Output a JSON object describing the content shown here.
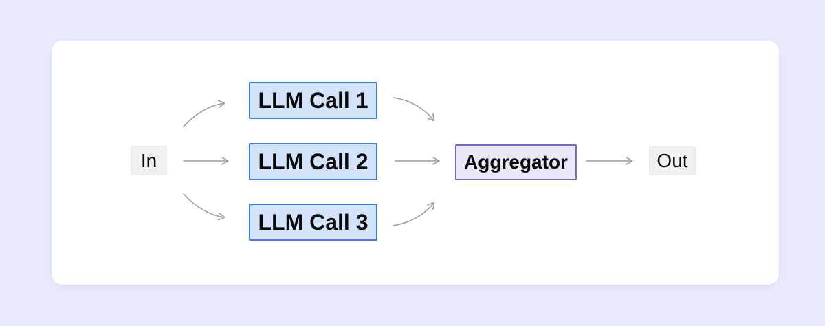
{
  "diagram": {
    "nodes": {
      "input": {
        "label": "In",
        "type": "io"
      },
      "llm_call_1": {
        "label": "LLM Call 1",
        "type": "llm"
      },
      "llm_call_2": {
        "label": "LLM Call 2",
        "type": "llm"
      },
      "llm_call_3": {
        "label": "LLM Call 3",
        "type": "llm"
      },
      "aggregator": {
        "label": "Aggregator",
        "type": "aggregator"
      },
      "output": {
        "label": "Out",
        "type": "io"
      }
    },
    "edges": [
      {
        "from": "input",
        "to": "llm_call_1"
      },
      {
        "from": "input",
        "to": "llm_call_2"
      },
      {
        "from": "input",
        "to": "llm_call_3"
      },
      {
        "from": "llm_call_1",
        "to": "aggregator"
      },
      {
        "from": "llm_call_2",
        "to": "aggregator"
      },
      {
        "from": "llm_call_3",
        "to": "aggregator"
      },
      {
        "from": "aggregator",
        "to": "output"
      }
    ],
    "colors": {
      "page_background": "#e9ebfc",
      "card_background": "#ffffff",
      "io_node_background": "#f0f0f0",
      "llm_node_background": "#d3e3f9",
      "llm_node_border": "#3f7dd8",
      "aggregator_background": "#eae7f8",
      "aggregator_border": "#7668cf",
      "arrow": "#9b9b9b",
      "text": "#0b0b0b"
    }
  }
}
